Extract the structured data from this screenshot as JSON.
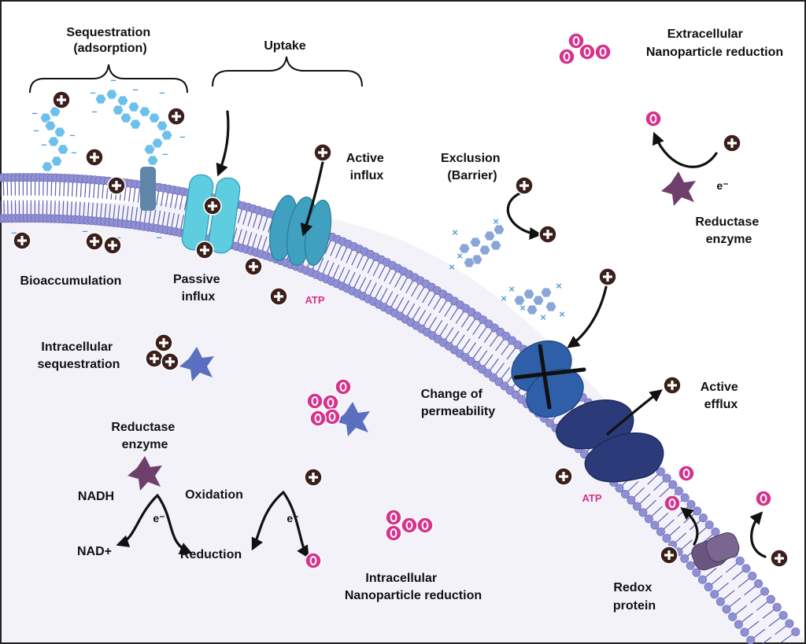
{
  "labels": {
    "sequestration": [
      "Sequestration",
      "(adsorption)"
    ],
    "uptake": "Uptake",
    "extracellular_reduction": [
      "Extracellular",
      "Nanoparticle reduction"
    ],
    "active_influx": [
      "Active",
      "influx"
    ],
    "exclusion": [
      "Exclusion",
      "(Barrier)"
    ],
    "reductase_enzyme_right": [
      "Reductase",
      "enzyme"
    ],
    "bioaccumulation": "Bioaccumulation",
    "passive_influx": [
      "Passive",
      "influx"
    ],
    "intracellular_sequestration": [
      "Intracellular",
      "sequestration"
    ],
    "change_of_permeability": [
      "Change of",
      "permeability"
    ],
    "active_efflux": [
      "Active",
      "efflux"
    ],
    "reductase_enzyme_left": [
      "Reductase",
      "enzyme"
    ],
    "nadh": "NADH",
    "nad_plus": "NAD+",
    "oxidation": "Oxidation",
    "reduction": "Reduction",
    "intracellular_reduction": [
      "Intracellular",
      "Nanoparticle reduction"
    ],
    "redox_protein": [
      "Redox",
      "protein"
    ],
    "atp_1": "ATP",
    "atp_2": "ATP",
    "electron": "e⁻"
  },
  "symbols": {
    "cation": "+",
    "zero_valent": "0",
    "negative_charge": "–",
    "exclusion_mark": "×"
  },
  "colors": {
    "background": "#f4f2f9",
    "membrane_head": "#8f8fd4",
    "membrane_tail": "#5f5fb0",
    "cation_fill": "#3b1f1a",
    "nanoparticle": "#d6338c",
    "adsorbed_molecule": "#6cc0ec",
    "passive_channel": "#5fcde0",
    "active_pump": "#3fa0c0",
    "blocked_channel": "#2e5fa8",
    "efflux_pump": "#2b3a78",
    "redox_protein": "#6b5680",
    "reductase_enzyme": "#6e3f6b",
    "cell_enzyme": "#5b6fc0",
    "atp_text": "#d6338c"
  }
}
